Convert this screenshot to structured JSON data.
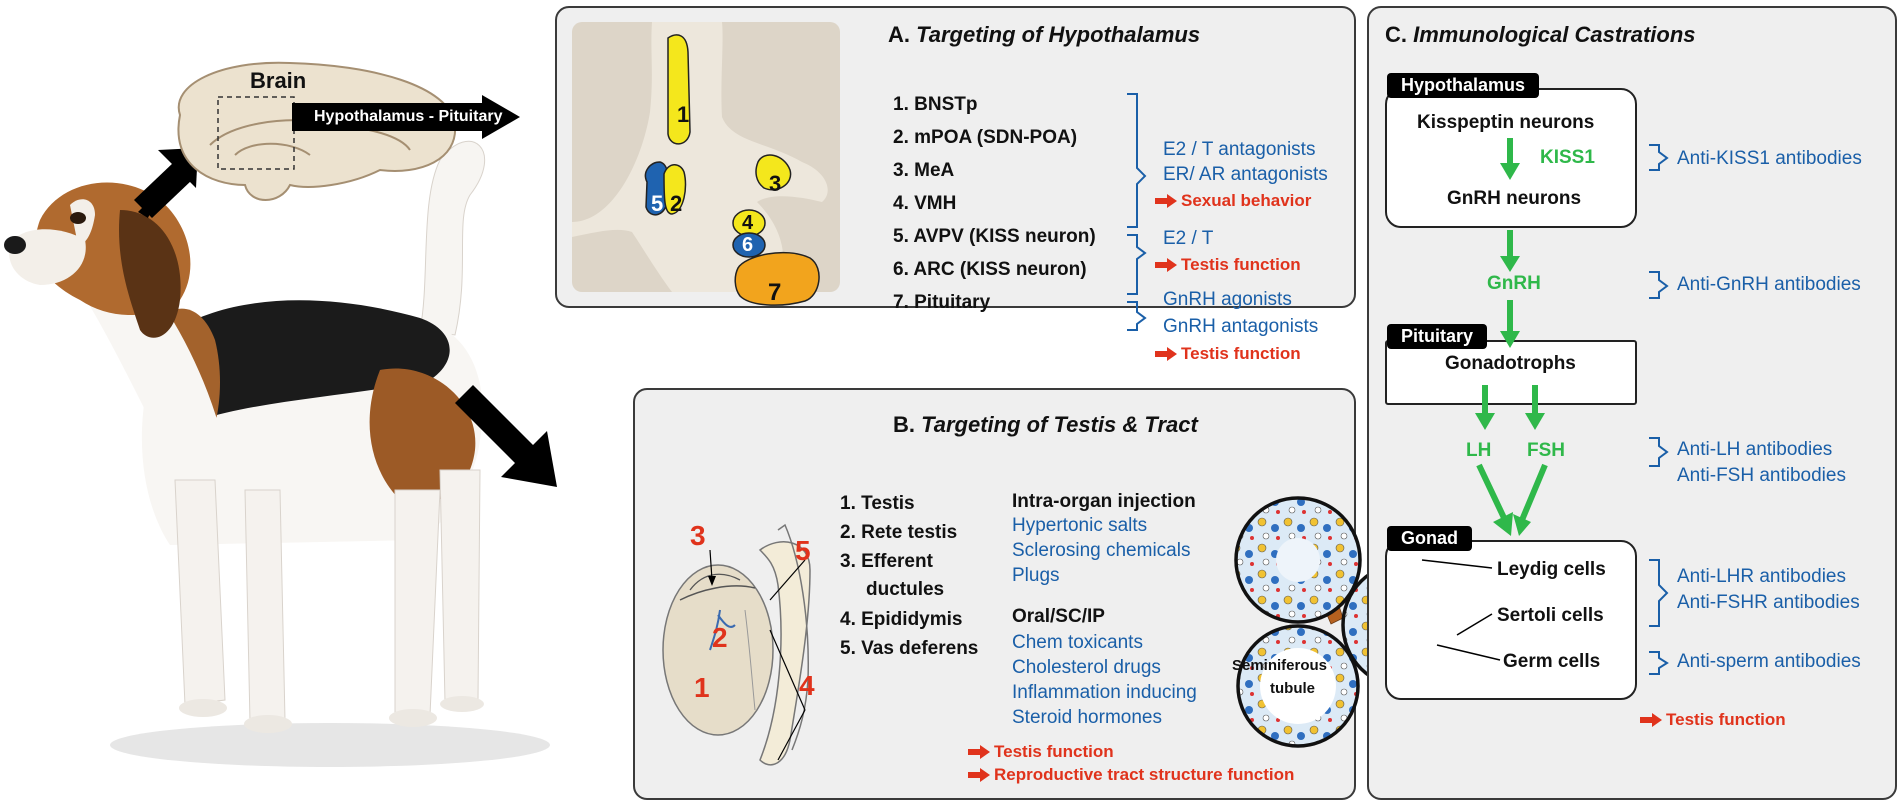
{
  "left": {
    "brain_label": "Brain",
    "hypo_pit_label": "Hypothalamus - Pituitary"
  },
  "panel_a": {
    "title_prefix": "A.",
    "title_italic": "Targeting of Hypothalamus",
    "regions": [
      "1. BNSTp",
      "2. mPOA (SDN-POA)",
      "3. MeA",
      "4. VMH",
      "5. AVPV (KISS neuron)",
      "6. ARC (KISS neuron)",
      "7. Pituitary"
    ],
    "numbers": [
      "1",
      "2",
      "3",
      "4",
      "5",
      "6",
      "7"
    ],
    "group1": [
      "E2 / T antagonists",
      "ER/ AR antagonists"
    ],
    "group1_effect": "Sexual behavior",
    "group2": [
      "E2 / T"
    ],
    "group2_effect": "Testis function",
    "group3": [
      "GnRH agonists",
      "GnRH antagonists"
    ],
    "group3_effect": "Testis function"
  },
  "panel_b": {
    "title_prefix": "B.",
    "title_italic": "Targeting of Testis & Tract",
    "numbers": [
      "1",
      "2",
      "3",
      "4",
      "5"
    ],
    "parts": [
      "1. Testis",
      "2. Rete testis",
      "3. Efferent",
      "ductules",
      "4. Epididymis",
      "5. Vas deferens"
    ],
    "intra_heading": "Intra-organ injection",
    "intra_items": [
      "Hypertonic salts",
      "Sclerosing chemicals",
      "Plugs"
    ],
    "oral_heading": "Oral/SC/IP",
    "oral_items": [
      "Chem toxicants",
      "Cholesterol drugs",
      "Inflammation inducing",
      "Steroid hormones"
    ],
    "effects": [
      "Testis function",
      "Reproductive tract structure function"
    ],
    "tubule_label": [
      "Seminiferous",
      "tubule"
    ]
  },
  "panel_c": {
    "title_prefix": "C.",
    "title_italic": "Immunological Castrations",
    "hypothalamus_header": "Hypothalamus",
    "kisspeptin": "Kisspeptin neurons",
    "kiss1": "KISS1",
    "gnrh_neurons": "GnRH neurons",
    "gnrh": "GnRH",
    "pituitary_header": "Pituitary",
    "gonadotrophs": "Gonadotrophs",
    "lh": "LH",
    "fsh": "FSH",
    "gonad_header": "Gonad",
    "leydig": "Leydig cells",
    "sertoli": "Sertoli cells",
    "germ": "Germ cells",
    "antibodies": {
      "kiss1": "Anti-KISS1 antibodies",
      "gnrh": "Anti-GnRH antibodies",
      "lh": "Anti-LH antibodies",
      "fsh": "Anti-FSH antibodies",
      "lhr": "Anti-LHR antibodies",
      "fshr": "Anti-FSHR antibodies",
      "sperm": "Anti-sperm antibodies"
    },
    "effect": "Testis function"
  },
  "colors": {
    "panel_bg": "#efefef",
    "blue_text": "#1a5fa8",
    "red_text": "#e0331c",
    "green_arrow": "#2fb84a",
    "yellow_region": "#f4e71c",
    "blue_region": "#1f63b0",
    "orange_region": "#f2a41d"
  }
}
